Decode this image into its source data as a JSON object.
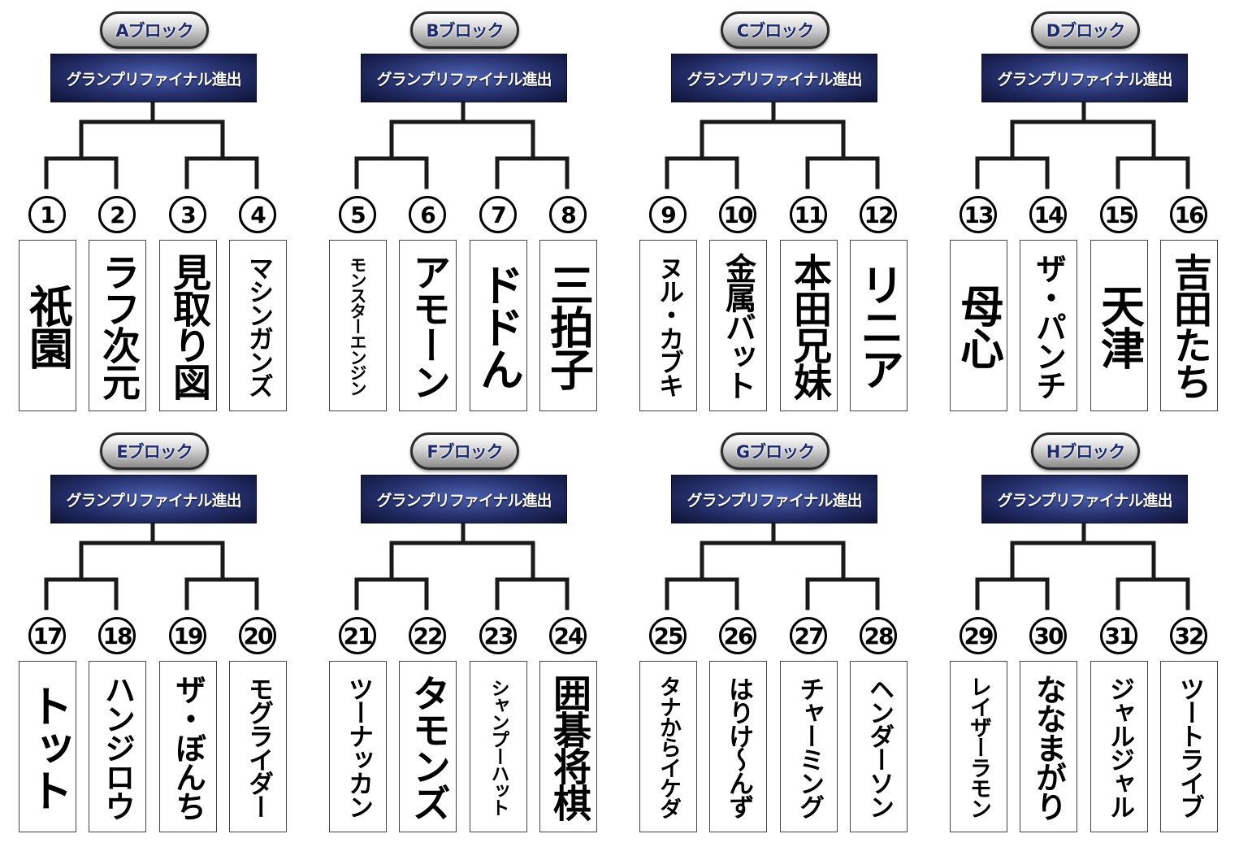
{
  "final_label": "グランプリファイナル進出",
  "blocks": [
    {
      "tab": "Aブロック",
      "entries": [
        {
          "seed": "1",
          "name": "祇園"
        },
        {
          "seed": "2",
          "name": "ラフ次元"
        },
        {
          "seed": "3",
          "name": "見取り図"
        },
        {
          "seed": "4",
          "name": "マシンガンズ"
        }
      ]
    },
    {
      "tab": "Bブロック",
      "entries": [
        {
          "seed": "5",
          "name": "モンスターエンジン"
        },
        {
          "seed": "6",
          "name": "アモーン"
        },
        {
          "seed": "7",
          "name": "ドドん"
        },
        {
          "seed": "8",
          "name": "三拍子"
        }
      ]
    },
    {
      "tab": "Cブロック",
      "entries": [
        {
          "seed": "9",
          "name": "ヌル・カブキ"
        },
        {
          "seed": "10",
          "name": "金属バット"
        },
        {
          "seed": "11",
          "name": "本田兄妹"
        },
        {
          "seed": "12",
          "name": "リニア"
        }
      ]
    },
    {
      "tab": "Dブロック",
      "entries": [
        {
          "seed": "13",
          "name": "母心"
        },
        {
          "seed": "14",
          "name": "ザ・パンチ"
        },
        {
          "seed": "15",
          "name": "天津"
        },
        {
          "seed": "16",
          "name": "吉田たち"
        }
      ]
    },
    {
      "tab": "Eブロック",
      "entries": [
        {
          "seed": "17",
          "name": "トット"
        },
        {
          "seed": "18",
          "name": "ハンジロウ"
        },
        {
          "seed": "19",
          "name": "ザ・ぼんち"
        },
        {
          "seed": "20",
          "name": "モグライダー"
        }
      ]
    },
    {
      "tab": "Fブロック",
      "entries": [
        {
          "seed": "21",
          "name": "ツーナッカン"
        },
        {
          "seed": "22",
          "name": "タモンズ"
        },
        {
          "seed": "23",
          "name": "シャンプーハット"
        },
        {
          "seed": "24",
          "name": "囲碁将棋"
        }
      ]
    },
    {
      "tab": "Gブロック",
      "entries": [
        {
          "seed": "25",
          "name": "タナからイケダ"
        },
        {
          "seed": "26",
          "name": "はりけ～んず"
        },
        {
          "seed": "27",
          "name": "チャーミング"
        },
        {
          "seed": "28",
          "name": "ヘンダーソン"
        }
      ]
    },
    {
      "tab": "Hブロック",
      "entries": [
        {
          "seed": "29",
          "name": "レイザーラモン"
        },
        {
          "seed": "30",
          "name": "ななまがり"
        },
        {
          "seed": "31",
          "name": "ジャルジャル"
        },
        {
          "seed": "32",
          "name": "ツートライブ"
        }
      ]
    }
  ]
}
